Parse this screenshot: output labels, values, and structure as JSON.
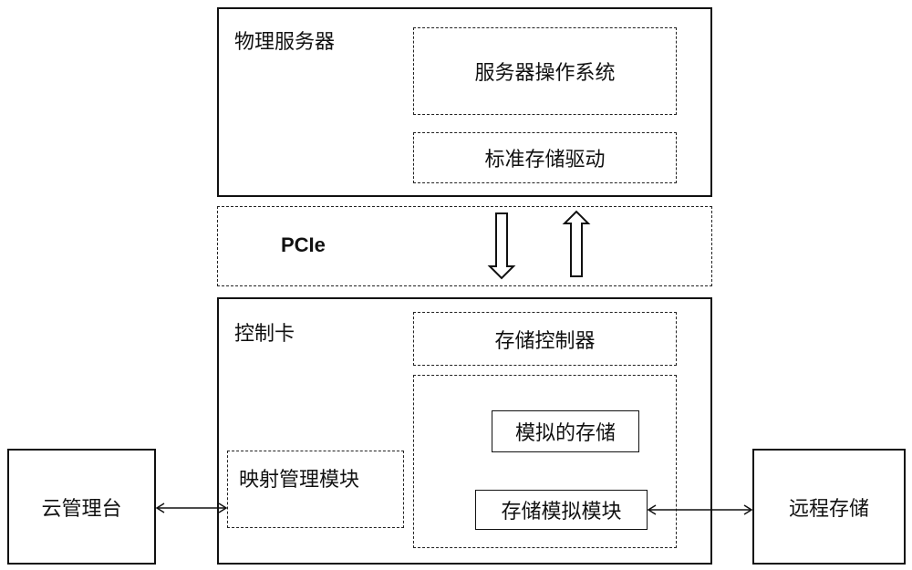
{
  "physical_server": {
    "title": "物理服务器",
    "os": "服务器操作系统",
    "driver": "标准存储驱动"
  },
  "bus": {
    "label": "PCIe"
  },
  "control_card": {
    "title": "控制卡",
    "storage_controller": "存储控制器",
    "simulated_storage": "模拟的存储",
    "storage_sim_module": "存储模拟模块",
    "mapping_module": "映射管理模块"
  },
  "cloud_console": {
    "label": "云管理台"
  },
  "remote_storage": {
    "label": "远程存储"
  }
}
